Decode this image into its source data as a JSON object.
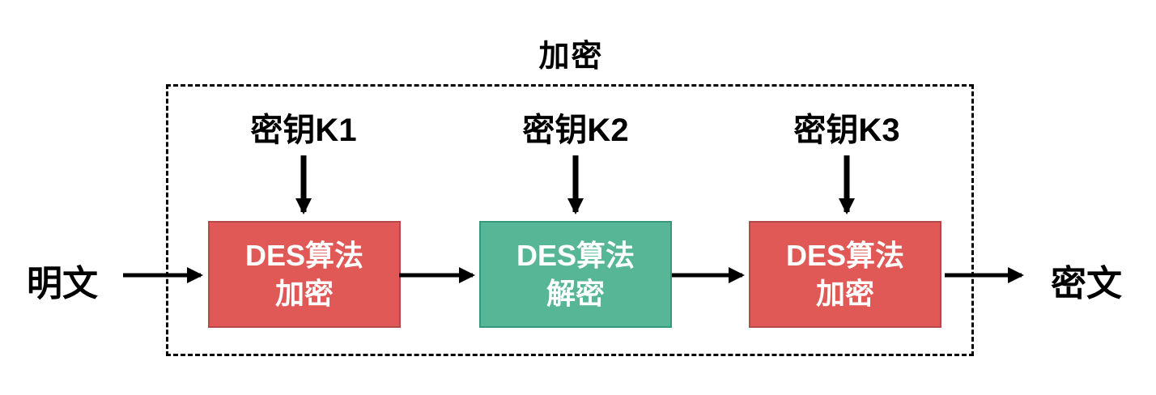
{
  "colors": {
    "encrypt_box": "#e05956",
    "encrypt_box_border": "#b34a47",
    "decrypt_box": "#56b695",
    "decrypt_box_border": "#37997b",
    "text_on_box": "#ffffff",
    "line": "#000000"
  },
  "diagram": {
    "title": "加密",
    "input_label": "明文",
    "output_label": "密文",
    "keys": [
      {
        "label": "密钥K1"
      },
      {
        "label": "密钥K2"
      },
      {
        "label": "密钥K3"
      }
    ],
    "stages": [
      {
        "line1": "DES算法",
        "line2": "加密",
        "type": "encrypt"
      },
      {
        "line1": "DES算法",
        "line2": "解密",
        "type": "decrypt"
      },
      {
        "line1": "DES算法",
        "line2": "加密",
        "type": "encrypt"
      }
    ]
  }
}
